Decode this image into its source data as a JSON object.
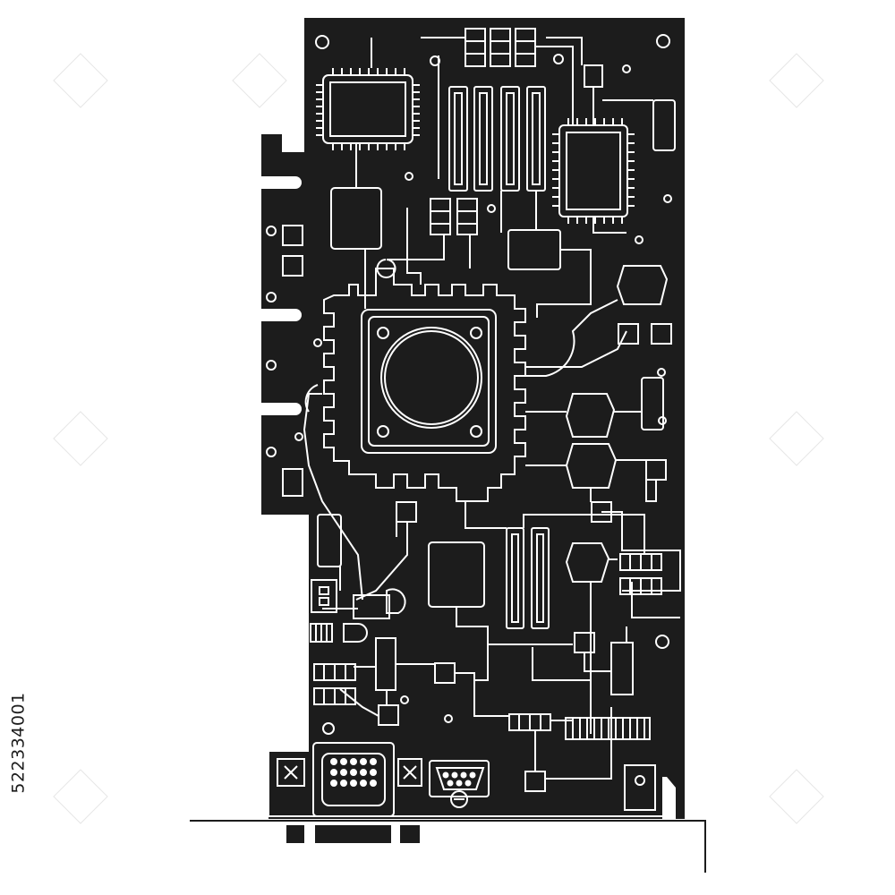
{
  "image": {
    "subject": "graphics-card-circuit-board-outline",
    "stock_id": "522334001",
    "watermark": "adobe-stock"
  },
  "colors": {
    "board": "#1c1c1c",
    "trace": "#ffffff",
    "background": "#ffffff"
  },
  "icons": [
    "pcb-board",
    "heatsink-fan",
    "gpu-chip",
    "memory-chip",
    "ram-slot",
    "capacitor",
    "resistor",
    "vga-connector",
    "dvi-connector",
    "mounting-bracket"
  ]
}
